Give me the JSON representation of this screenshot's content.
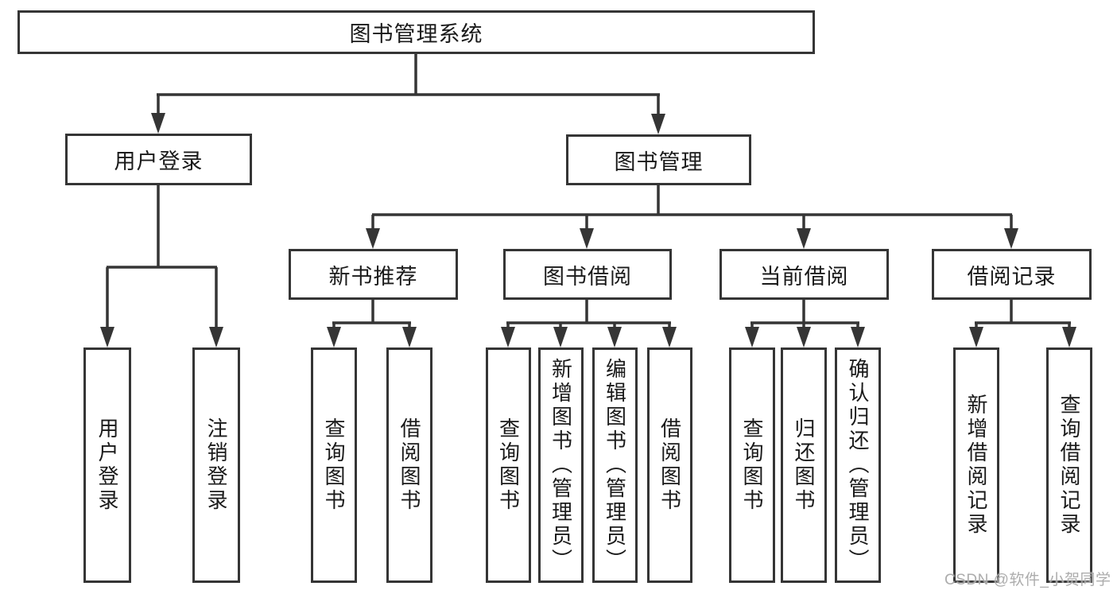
{
  "tree": {
    "root": "图书管理系统",
    "branches": [
      {
        "label": "用户登录",
        "children": [
          "用户登录",
          "注销登录"
        ]
      },
      {
        "label": "图书管理",
        "children": [
          {
            "label": "新书推荐",
            "children": [
              "查询图书",
              "借阅图书"
            ]
          },
          {
            "label": "图书借阅",
            "children": [
              "查询图书",
              "新增图书（管理员）",
              "编辑图书（管理员）",
              "借阅图书"
            ]
          },
          {
            "label": "当前借阅",
            "children": [
              "查询图书",
              "归还图书",
              "确认归还（管理员）"
            ]
          },
          {
            "label": "借阅记录",
            "children": [
              "新增借阅记录",
              "查询借阅记录"
            ]
          }
        ]
      }
    ]
  },
  "watermark": {
    "text": "CSDN @软件_小贺同学"
  },
  "colors": {
    "line": "#353535",
    "box_border": "#353535",
    "text": "#1a1a1a",
    "watermark": "#a5a5a5",
    "background": "#ffffff"
  }
}
